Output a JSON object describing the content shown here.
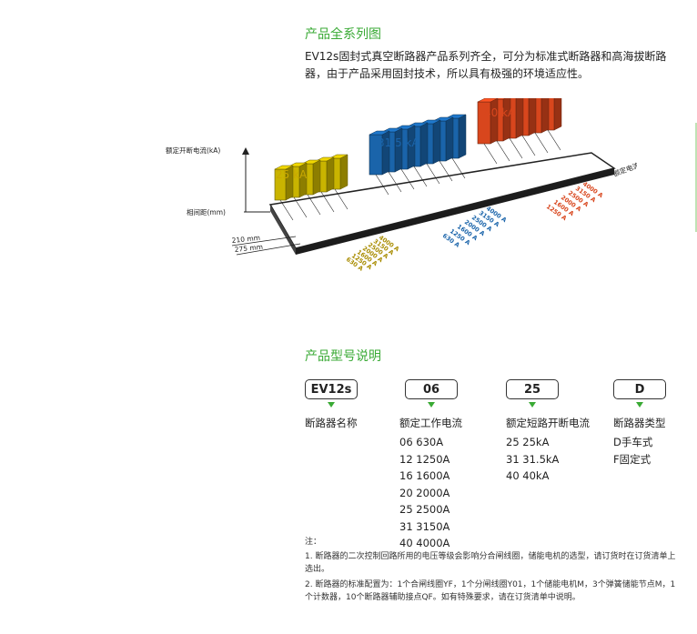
{
  "section1": {
    "title": "产品全系列图",
    "intro": "EV12s固封式真空断路器产品系列齐全，可分为标准式断路器和高海拔断路器，由于产品采用固封技术，所以具有极强的环境适应性。"
  },
  "diagram": {
    "y_axis_label": "额定开断电流(kA)",
    "x_axis_label": "相间距(mm)",
    "z_axis_label": "额定电流(A)",
    "spacing_1": "210 mm",
    "spacing_2": "275 mm",
    "groups": [
      {
        "label": "25 kA",
        "color": "#c9b400",
        "ratings": [
          "630 A",
          "1250 A",
          "1600 A",
          "2000 A",
          "2500 A",
          "3150 A",
          "4000 A"
        ]
      },
      {
        "label": "31.5 kA",
        "color": "#1a64aa",
        "ratings": [
          "630 A",
          "1250 A",
          "1600 A",
          "2000 A",
          "2500 A",
          "3150 A",
          "4000 A"
        ]
      },
      {
        "label": "40 kA",
        "color": "#d8461d",
        "ratings": [
          "1250 A",
          "1600 A",
          "2000 A",
          "2500 A",
          "3150 A",
          "4000 A"
        ]
      }
    ]
  },
  "section2": {
    "title": "产品型号说明"
  },
  "codes": [
    {
      "box": "EV12s",
      "label": "断路器名称",
      "items": []
    },
    {
      "box": "06",
      "label": "额定工作电流",
      "items": [
        "06 630A",
        "12 1250A",
        "16 1600A",
        "20 2000A",
        "25 2500A",
        "31 3150A",
        "40 4000A"
      ]
    },
    {
      "box": "25",
      "label": "额定短路开断电流",
      "items": [
        "25 25kA",
        "31 31.5kA",
        "40 40kA"
      ]
    },
    {
      "box": "D",
      "label": "断路器类型",
      "items": [
        "D手车式",
        "F固定式"
      ]
    }
  ],
  "notes": {
    "title": "注：",
    "items": [
      "1. 断路器的二次控制回路所用的电压等级会影响分合闸线圈，储能电机的选型，请订货时在订货清单上选出。",
      "2. 断路器的标准配置为：1个合闸线圈YF，1个分闸线圈Y01，1个储能电机M，3个弹簧储能节点M，1个计数器，10个断路器辅助接点QF。如有特殊要求，请在订货清单中说明。"
    ]
  }
}
